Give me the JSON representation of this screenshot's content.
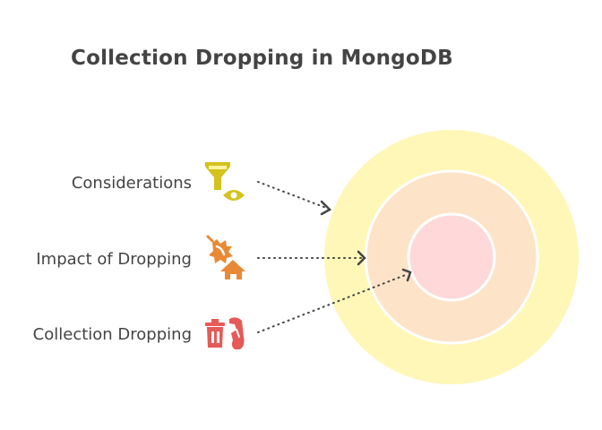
{
  "title": "Collection Dropping in MongoDB",
  "items": [
    {
      "label": "Considerations",
      "icon": "funnel-eye-icon",
      "color": "#D4C21E",
      "ring": "outer",
      "ring_color": "#FFF7B8"
    },
    {
      "label": "Impact of Dropping",
      "icon": "explosion-house-icon",
      "color": "#E88A35",
      "ring": "middle",
      "ring_color": "#FDE3C8"
    },
    {
      "label": "Collection Dropping",
      "icon": "trash-hand-icon",
      "color": "#E55A57",
      "ring": "inner",
      "ring_color": "#FFD9D9"
    }
  ],
  "arrow_color": "#444444"
}
